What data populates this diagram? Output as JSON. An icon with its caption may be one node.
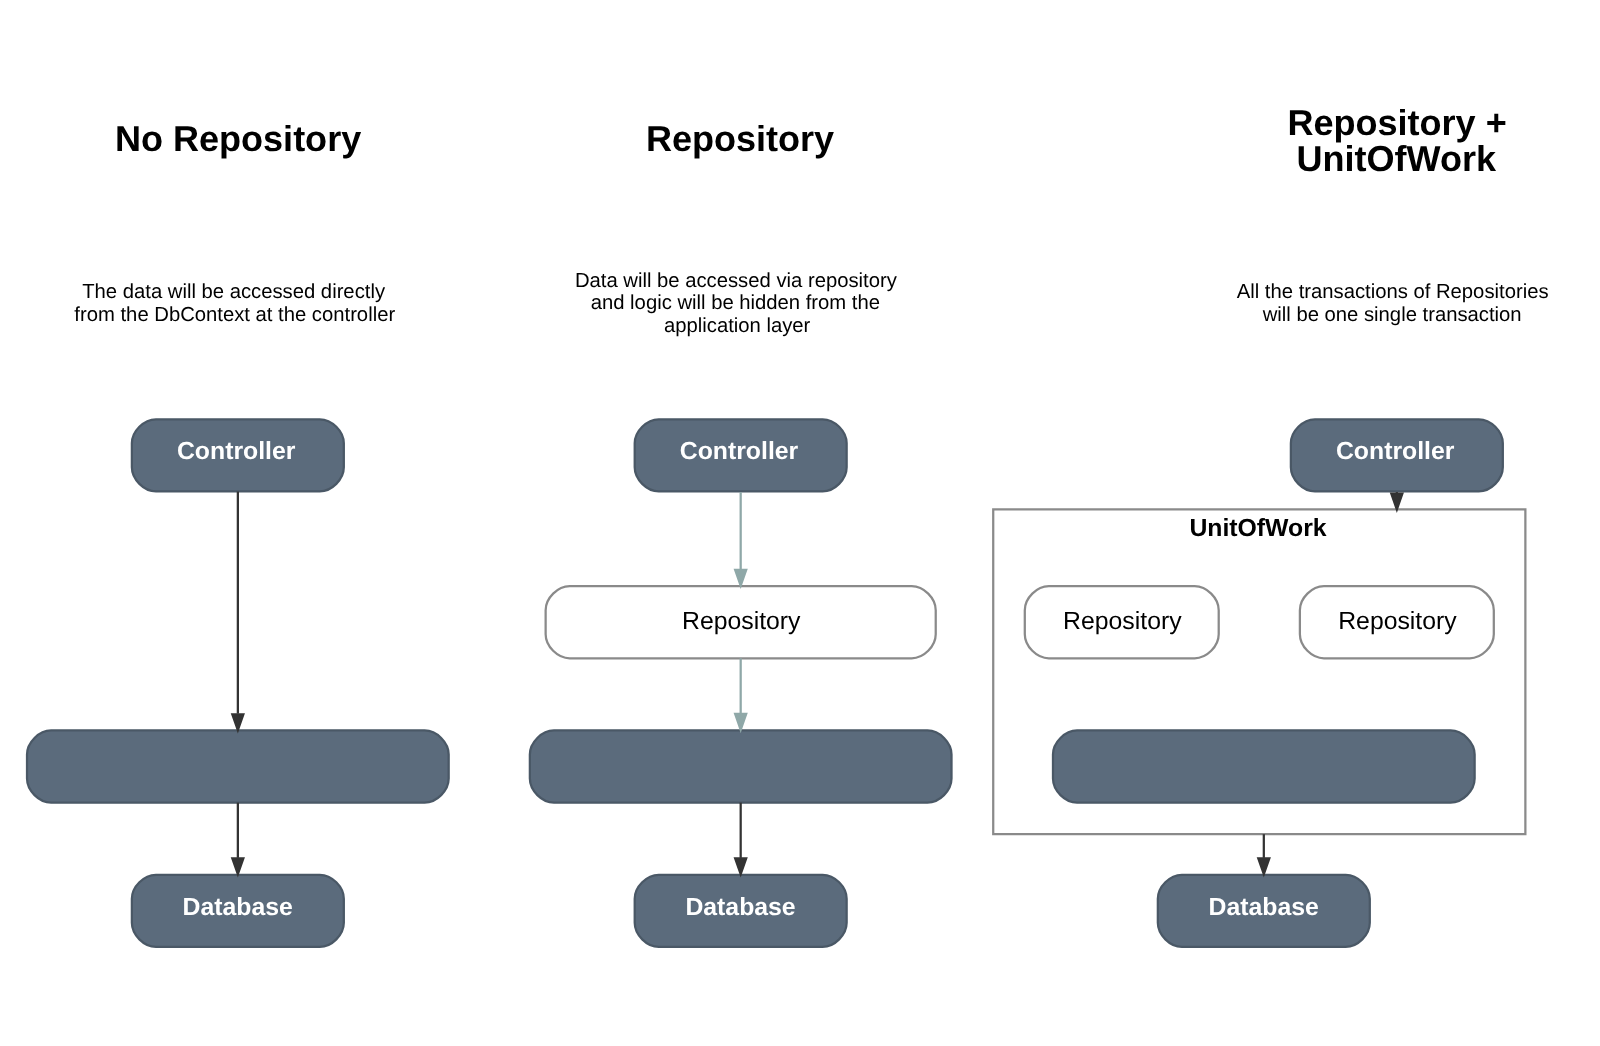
{
  "diagram": {
    "nodes": [
      {
        "text": [
          "Controller"
        ]
      },
      {
        "text": [],
        "shape": "box"
      },
      {
        "text": [
          "Database"
        ]
      },
      {
        "text": [
          "Controller"
        ]
      },
      {
        "text": [
          "Repository"
        ]
      },
      {
        "text": [],
        "shape": "box"
      },
      {
        "text": [
          "Database"
        ]
      },
      {
        "text": [
          "Controller"
        ]
      },
      {
        "text": [
          "UnitOfWork"
        ]
      },
      {
        "text": [
          "Repository"
        ],
        "in": 8
      },
      {
        "text": [
          "Repository"
        ],
        "in": 8
      },
      {
        "text": [],
        "shape": "box",
        "in": 8
      },
      {
        "text": [
          "Database"
        ]
      }
    ],
    "edges": [
      {
        "from": 0,
        "to": 1,
        "arrow": "to"
      },
      {
        "from": 1,
        "to": 2,
        "arrow": "to"
      },
      {
        "from": 3,
        "to": 4,
        "arrow": "to",
        "color": "#8fa8a8"
      },
      {
        "from": 4,
        "to": 5,
        "arrow": "to",
        "color": "#8fa8a8"
      },
      {
        "from": 5,
        "to": 6,
        "arrow": "to"
      },
      {
        "from": 7,
        "to": 8,
        "arrow": "to"
      },
      {
        "from": 8,
        "to": 12,
        "arrow": "to"
      }
    ],
    "labels": [
      "No Repository",
      "The data will be accessed directly from the DbContext at the controller",
      "Repository",
      "Data will be accessed via repository and logic will be hidden from the application layer",
      "Repository + UnitOfWork",
      "All the transactions of Repositories will be one single transaction"
    ]
  }
}
